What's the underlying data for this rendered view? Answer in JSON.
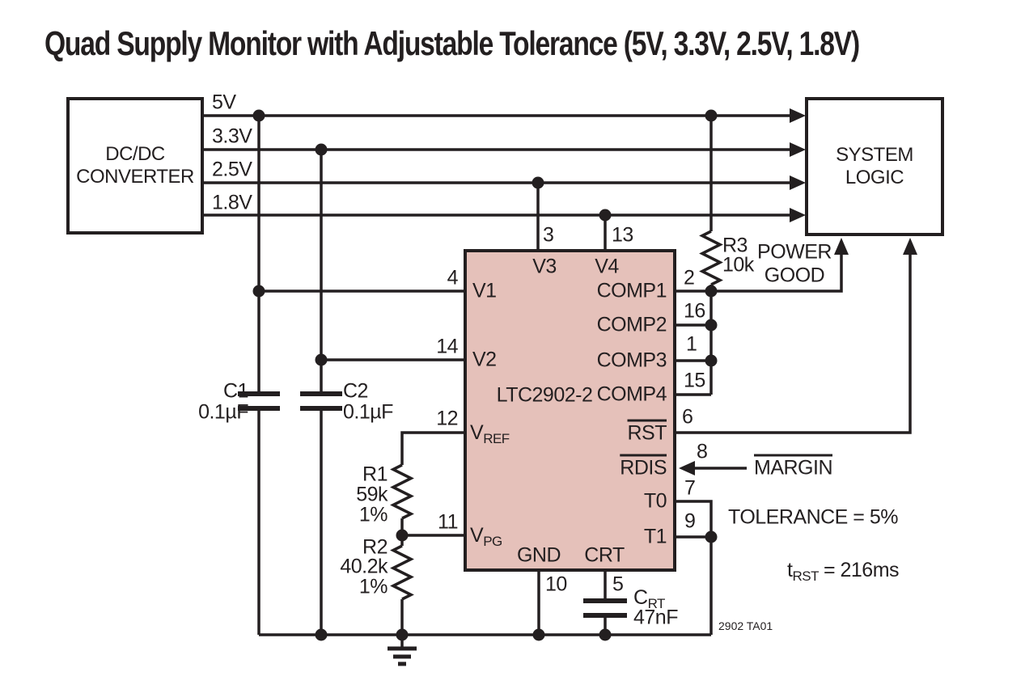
{
  "title": "Quad Supply Monitor with Adjustable Tolerance (5V, 3.3V, 2.5V, 1.8V)",
  "colors": {
    "ic_fill": "#e5c1ba",
    "line": "#231f20"
  },
  "blocks": {
    "dcdc": {
      "line1": "DC/DC",
      "line2": "CONVERTER"
    },
    "system_logic": {
      "line1": "SYSTEM",
      "line2": "LOGIC"
    },
    "ic": {
      "part": "LTC2902-2"
    }
  },
  "rails": {
    "r5v": "5V",
    "r3v3": "3.3V",
    "r2v5": "2.5V",
    "r1v8": "1.8V"
  },
  "pins": {
    "v1": {
      "num": "4",
      "label": "V1"
    },
    "v2": {
      "num": "14",
      "label": "V2"
    },
    "v3": {
      "num": "3",
      "label": "V3"
    },
    "v4": {
      "num": "13",
      "label": "V4"
    },
    "vref": {
      "num": "12",
      "main": "V",
      "sub": "REF"
    },
    "vpg": {
      "num": "11",
      "main": "V",
      "sub": "PG"
    },
    "comp1": {
      "num": "2",
      "label": "COMP1"
    },
    "comp2": {
      "num": "16",
      "label": "COMP2"
    },
    "comp3": {
      "num": "1",
      "label": "COMP3"
    },
    "comp4": {
      "num": "15",
      "label": "COMP4"
    },
    "rst": {
      "num": "6",
      "label": "RST"
    },
    "rdis": {
      "num": "8",
      "label": "RDIS"
    },
    "t0": {
      "num": "7",
      "label": "T0"
    },
    "t1": {
      "num": "9",
      "label": "T1"
    },
    "gnd": {
      "num": "10",
      "label": "GND"
    },
    "crt": {
      "num": "5",
      "label": "CRT"
    }
  },
  "components": {
    "c1": {
      "ref": "C1",
      "value": "0.1µF"
    },
    "c2": {
      "ref": "C2",
      "value": "0.1µF"
    },
    "r1": {
      "ref": "R1",
      "value": "59k",
      "tol": "1%"
    },
    "r2": {
      "ref": "R2",
      "value": "40.2k",
      "tol": "1%"
    },
    "r3": {
      "ref": "R3",
      "value": "10k"
    },
    "crt_cap": {
      "main": "C",
      "sub": "RT",
      "value": "47nF"
    }
  },
  "signals": {
    "power_good_1": "POWER",
    "power_good_2": "GOOD",
    "margin": "MARGIN"
  },
  "annotations": {
    "tolerance": "TOLERANCE = 5%",
    "trst_main": "t",
    "trst_sub": "RST",
    "trst_rest": "= 216ms",
    "doc_id": "2902 TA01"
  }
}
